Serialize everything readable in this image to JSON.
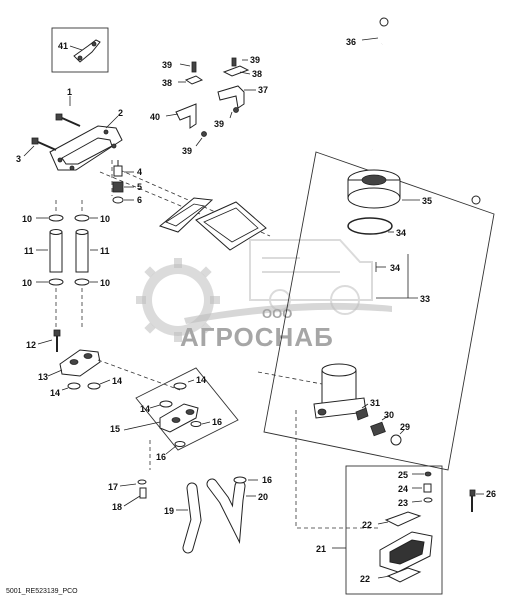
{
  "watermark": {
    "company_prefix": "ООО",
    "company_name": "АГРОСНАБ"
  },
  "footer": {
    "code": "5001_RE523139_PCO"
  },
  "callouts": {
    "c1": "1",
    "c2": "2",
    "c3": "3",
    "c4": "4",
    "c5": "5",
    "c6": "6",
    "c10a": "10",
    "c10b": "10",
    "c10c": "10",
    "c10d": "10",
    "c11a": "11",
    "c11b": "11",
    "c12": "12",
    "c13": "13",
    "c14a": "14",
    "c14b": "14",
    "c14c": "14",
    "c14d": "14",
    "c15": "15",
    "c16a": "16",
    "c16b": "16",
    "c16c": "16",
    "c17": "17",
    "c18": "18",
    "c19": "19",
    "c20": "20",
    "c21": "21",
    "c22a": "22",
    "c22b": "22",
    "c23": "23",
    "c24": "24",
    "c25": "25",
    "c26": "26",
    "c29": "29",
    "c30": "30",
    "c31": "31",
    "c33": "33",
    "c34a": "34",
    "c34b": "34",
    "c35": "35",
    "c36": "36",
    "c37": "37",
    "c38a": "38",
    "c38b": "38",
    "c39a": "39",
    "c39b": "39",
    "c39c": "39",
    "c39d": "39",
    "c40": "40",
    "c41": "41"
  }
}
